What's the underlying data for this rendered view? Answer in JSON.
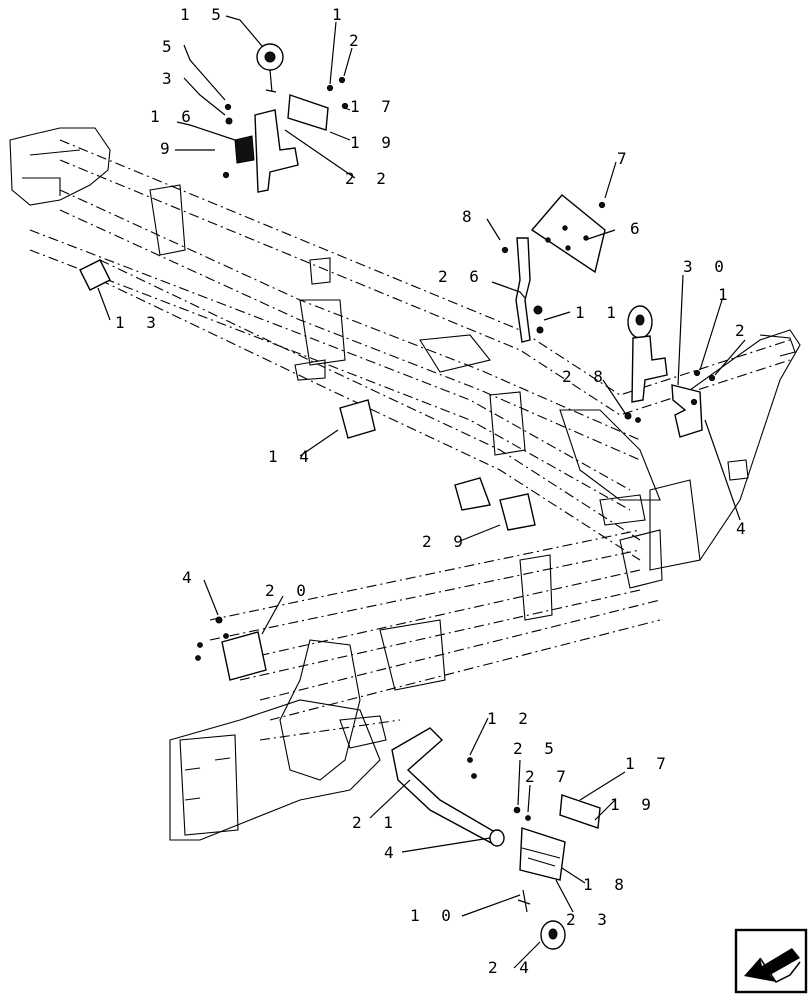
{
  "callouts": [
    {
      "id": "c15",
      "text": "1 5"
    },
    {
      "id": "c1a",
      "text": "1"
    },
    {
      "id": "c2a",
      "text": "2"
    },
    {
      "id": "c5",
      "text": "5"
    },
    {
      "id": "c3",
      "text": "3"
    },
    {
      "id": "c17a",
      "text": "1 7"
    },
    {
      "id": "c16",
      "text": "1 6"
    },
    {
      "id": "c9",
      "text": "9"
    },
    {
      "id": "c19a",
      "text": "1 9"
    },
    {
      "id": "c22",
      "text": "2 2"
    },
    {
      "id": "c7",
      "text": "7"
    },
    {
      "id": "c8",
      "text": "8"
    },
    {
      "id": "c6",
      "text": "6"
    },
    {
      "id": "c26",
      "text": "2 6"
    },
    {
      "id": "c30",
      "text": "3 0"
    },
    {
      "id": "c1b",
      "text": "1"
    },
    {
      "id": "c11",
      "text": "1 1"
    },
    {
      "id": "c2b",
      "text": "2"
    },
    {
      "id": "c13",
      "text": "1 3"
    },
    {
      "id": "c28",
      "text": "2 8"
    },
    {
      "id": "c14",
      "text": "1 4"
    },
    {
      "id": "c4a",
      "text": "4"
    },
    {
      "id": "c29",
      "text": "2 9"
    },
    {
      "id": "c4b",
      "text": "4"
    },
    {
      "id": "c20",
      "text": "2 0"
    },
    {
      "id": "c12",
      "text": "1 2"
    },
    {
      "id": "c25",
      "text": "2 5"
    },
    {
      "id": "c27",
      "text": "2 7"
    },
    {
      "id": "c17b",
      "text": "1 7"
    },
    {
      "id": "c19b",
      "text": "1 9"
    },
    {
      "id": "c21",
      "text": "2 1"
    },
    {
      "id": "c4c",
      "text": "4"
    },
    {
      "id": "c18",
      "text": "1 8"
    },
    {
      "id": "c10",
      "text": "1 0"
    },
    {
      "id": "c23",
      "text": "2 3"
    },
    {
      "id": "c24",
      "text": "2 4"
    }
  ],
  "icons": {
    "nav": "previous-page-arrow-icon"
  }
}
